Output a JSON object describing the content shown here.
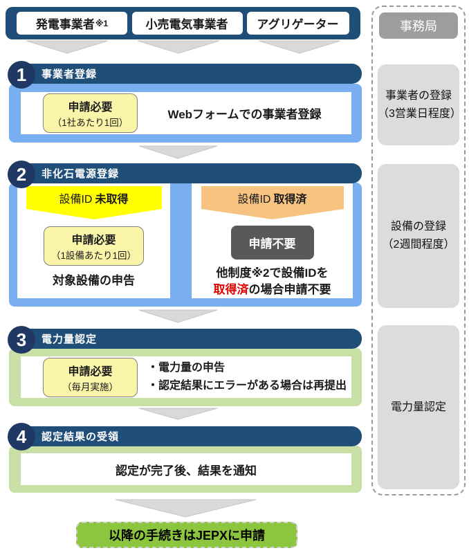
{
  "actors": [
    {
      "label": "発電事業者",
      "suffix": "※1"
    },
    {
      "label": "小売電気事業者",
      "suffix": ""
    },
    {
      "label": "アグリゲーター",
      "suffix": ""
    }
  ],
  "secretariat": {
    "title": "事務局",
    "stages": [
      {
        "line1": "事業者の登録",
        "line2": "（3営業日程度）"
      },
      {
        "line1": "設備の登録",
        "line2": "（2週間程度）"
      },
      {
        "line1": "電力量認定",
        "line2": ""
      }
    ]
  },
  "steps": {
    "step1": {
      "number": "1",
      "title": "事業者登録",
      "badge_line1": "申請必要",
      "badge_line2": "（1社あたり1回）",
      "description": "Webフォームでの事業者登録"
    },
    "step2": {
      "number": "2",
      "title": "非化石電源登録",
      "left": {
        "banner_prefix": "設備ID",
        "banner_bold": "未取得",
        "badge_line1": "申請必要",
        "badge_line2": "（1設備あたり1回）",
        "description": "対象設備の申告"
      },
      "right": {
        "banner_prefix": "設備ID",
        "banner_bold": "取得済",
        "badge": "申請不要",
        "desc_line1": "他制度※2で設備IDを",
        "desc_red": "取得済",
        "desc_rest": "の場合申請不要"
      }
    },
    "step3": {
      "number": "3",
      "title": "電力量認定",
      "badge_line1": "申請必要",
      "badge_line2": "（毎月実施）",
      "bullet1": "・電力量の申告",
      "bullet2": "・認定結果にエラーがある場合は再提出"
    },
    "step4": {
      "number": "4",
      "title": "認定結果の受領",
      "description": "認定が完了後、結果を通知"
    }
  },
  "footer": {
    "label": "以降の手続きはJEPXに申請"
  },
  "colors": {
    "navy": "#1F4E79",
    "navy_dark": "#1F3864",
    "light_blue": "#79AEF1",
    "light_green": "#C8DFA6",
    "yellow_banner": "#FFFF00",
    "orange_banner": "#F6C480",
    "yellow_badge": "#FBF5A9",
    "gray_badge": "#595959",
    "stage_gray": "#DCDCDC",
    "secretariat_gray": "#9D9D9D",
    "footer_green": "#8CC63E",
    "highlight_red": "#E00000"
  }
}
